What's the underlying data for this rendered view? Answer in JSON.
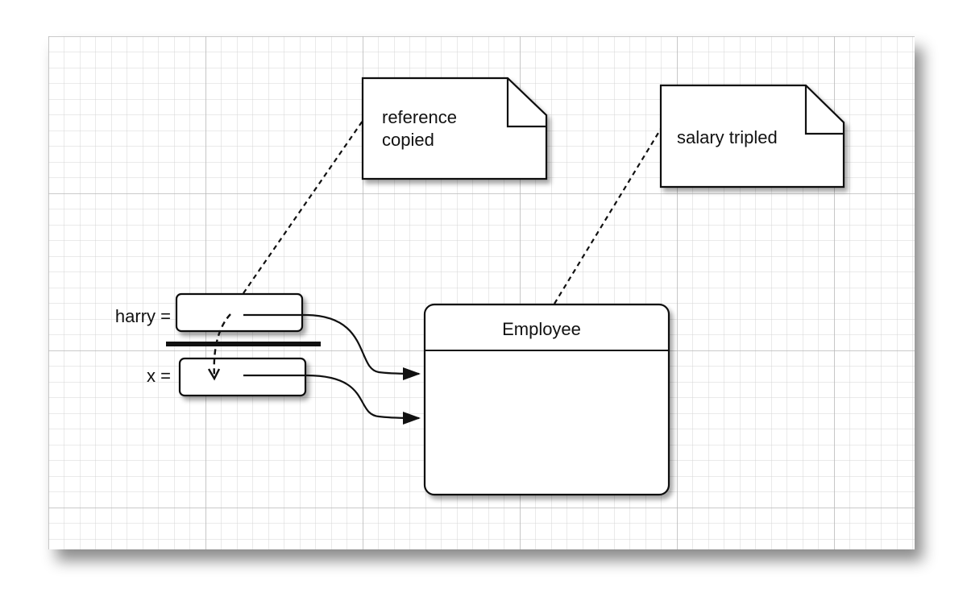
{
  "notes": [
    {
      "id": "reference-copied",
      "lines": [
        "reference",
        "copied"
      ]
    },
    {
      "id": "salary-tripled",
      "lines": [
        "salary tripled"
      ]
    }
  ],
  "variables": [
    {
      "id": "harry",
      "label": "harry ="
    },
    {
      "id": "x",
      "label": "x ="
    }
  ],
  "object": {
    "class_name": "Employee"
  }
}
